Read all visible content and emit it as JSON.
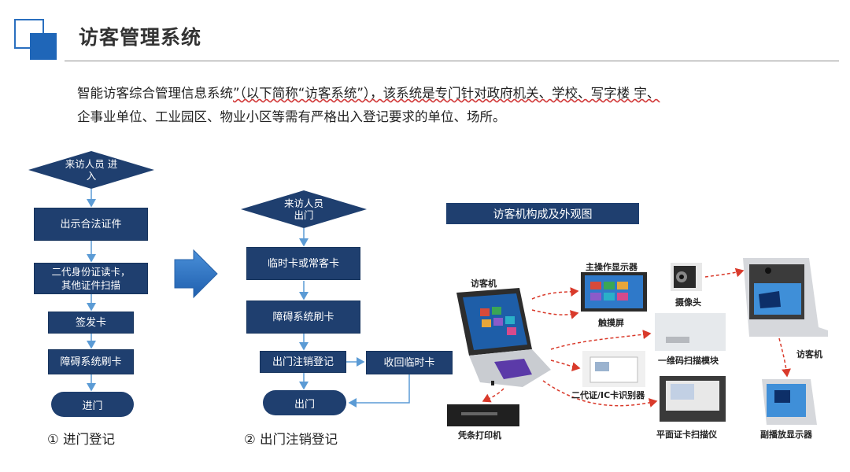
{
  "header": {
    "title": "访客管理系统"
  },
  "intro": {
    "part1": "智能访客综合管理信息系统",
    "part2": "”（以下简称“访客系统”），该系统是专门针对政府机关、学校、写字楼 宇、",
    "line2": "企事业单位、工业园区、物业小区等需有严格出入登记要求的单位、场所。"
  },
  "entry_flow": {
    "start_line1": "来访人员 进",
    "start_line2": "入",
    "step1": "出示合法证件",
    "step2_line1": "二代身份证读卡，",
    "step2_line2": "其他证件扫描",
    "step3": "签发卡",
    "step4": "障碍系统刷卡",
    "end": "进门",
    "caption": "① 进门登记"
  },
  "exit_flow": {
    "start_line1": "来访人员",
    "start_line2": "出门",
    "step1": "临时卡或常客卡",
    "step2": "障碍系统刷卡",
    "step3": "出门注销登记",
    "side": "收回临时卡",
    "end": "出门",
    "caption": "② 出门注销登记"
  },
  "device_panel": {
    "banner": "访客机构成及外观图",
    "labels": {
      "main_visitor": "访客机",
      "main_display": "主操作显示器",
      "touch": "触摸屏",
      "camera": "摄像头",
      "right_visitor": "访客机",
      "barcode": "一维码扫描模块",
      "id_reader": "二代证/IC卡识别器",
      "flat_scanner": "平面证卡扫描仪",
      "sub_display": "副播放显示器",
      "printer": "凭条打印机"
    }
  },
  "colors": {
    "box_fill": "#1f3f6f",
    "arrow": "#5b9bd5",
    "logo": "#1f66b8",
    "dashed": "#d93a2b"
  }
}
